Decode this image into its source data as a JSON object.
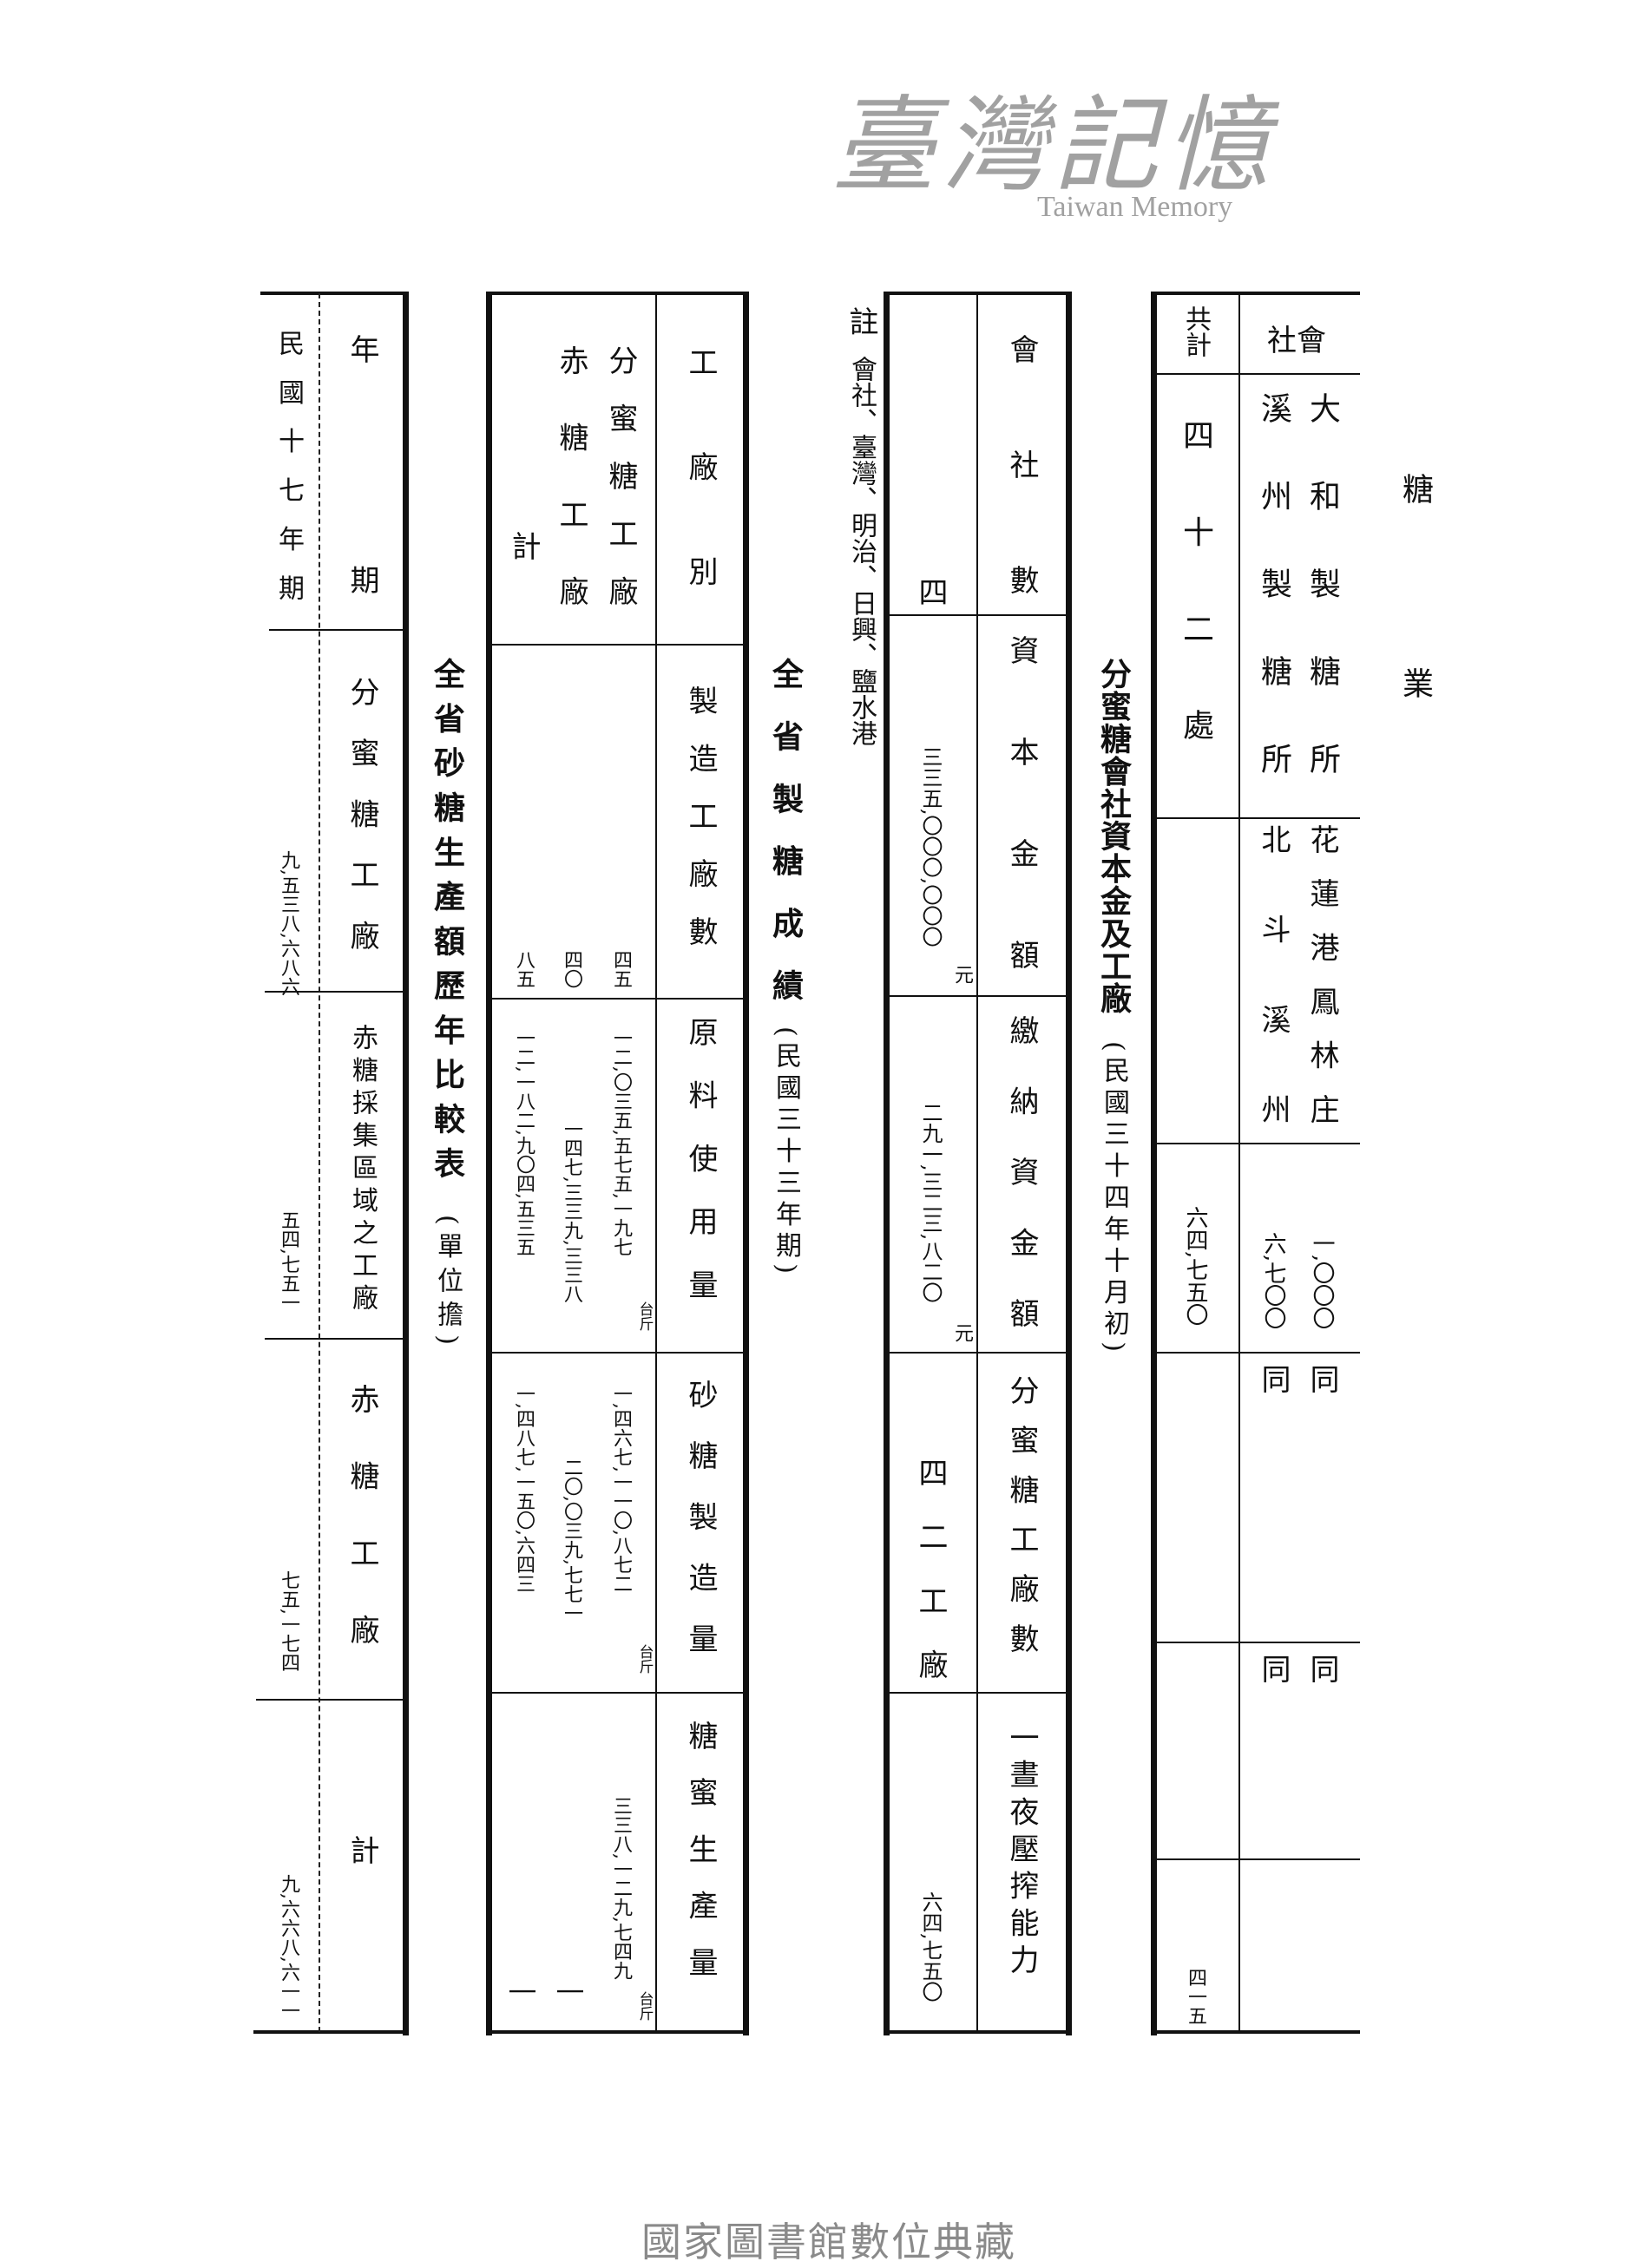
{
  "chapter_title": "糖業",
  "table_capital": {
    "title": "分蜜糖會社資本金及工廠",
    "subtitle": "(民國三十四年十月初)",
    "header_company": "會社",
    "header_total": "共計",
    "companies": [
      {
        "name": "大和製糖所",
        "location": "花蓮港鳳林庄",
        "capacity": "一,〇〇〇",
        "col4": "同",
        "col5": "同"
      },
      {
        "name": "溪州製糖所",
        "location": "北斗溪州",
        "capacity": "六,七〇〇",
        "col4": "同",
        "col5": "同"
      }
    ],
    "total_factories": "四十二處",
    "total_capacity": "六四,七五〇",
    "total_last": "四一五"
  },
  "table_summary": {
    "rows": [
      {
        "label": "會社數",
        "value": "四",
        "unit": ""
      },
      {
        "label": "資本金額",
        "value": "三三五,〇〇〇,〇〇〇",
        "unit": "元"
      },
      {
        "label": "繳納資金額",
        "value": "二九一,三二三,八二〇",
        "unit": "元"
      },
      {
        "label": "分蜜糖工廠數",
        "value": "四二工廠",
        "unit": ""
      },
      {
        "label": "一晝夜壓搾能力",
        "value": "六四,七五〇",
        "unit": ""
      }
    ]
  },
  "note": {
    "label": "註",
    "text": "會社、臺灣、明治、日興、鹽水港"
  },
  "table_production": {
    "title": "全省製糖成績",
    "subtitle": "(民國三十三年期)",
    "unit": "台斤",
    "headers": [
      "工廠別",
      "製造工廠數",
      "原料使用量",
      "砂糖製造量",
      "糖蜜生產量"
    ],
    "rows": [
      {
        "name": "分蜜糖工廠",
        "factories": "四五",
        "raw": "一二,〇三五,五七五,一九七",
        "sugar": "一,四六七,一一〇,八七二",
        "molasses": "三三八,一二九,七四九"
      },
      {
        "name": "赤糖工廠",
        "factories": "四〇",
        "raw": "一四七,三三九,三三八",
        "sugar": "二〇,〇三九,七七一",
        "molasses": "|"
      },
      {
        "name": "計",
        "factories": "八五",
        "raw": "一二,一八二,九〇四,五三五",
        "sugar": "一,四八七,一五〇,六四三",
        "molasses": "|"
      }
    ]
  },
  "table_history": {
    "title": "全省砂糖生產額歷年比較表",
    "subtitle": "(單位擔)",
    "rows": [
      {
        "label": "年期",
        "value": "民國十七年期"
      },
      {
        "label": "分蜜糖工廠",
        "value": "九,五三八,六八六"
      },
      {
        "label": "赤糖採集區域之工廠",
        "value": "五四,七五一"
      },
      {
        "label": "赤糖工廠",
        "value": "七五,一七四"
      },
      {
        "label": "計",
        "value": "九,六六八,六一一"
      }
    ]
  },
  "watermark": {
    "text": "臺灣記憶",
    "subtext": "Taiwan Memory"
  },
  "footer": "國家圖書館數位典藏"
}
